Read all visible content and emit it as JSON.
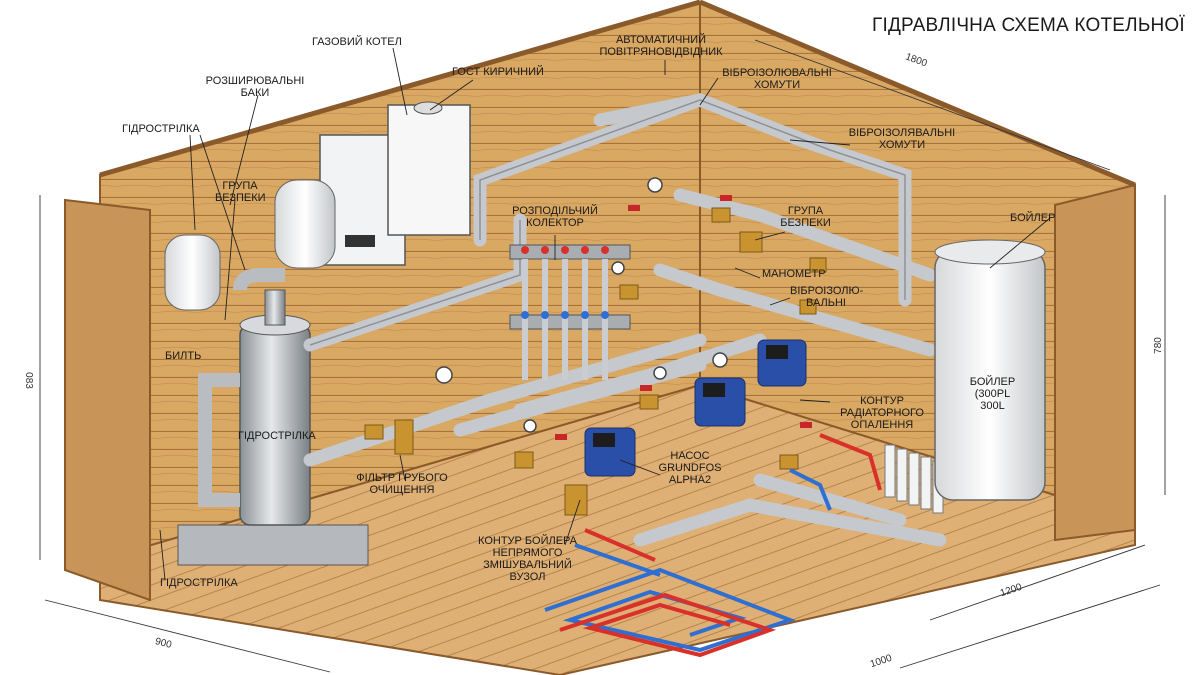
{
  "title": "ГІДРАВЛІЧНА СХЕМА КОТЕЛЬНОЇ",
  "labels": {
    "gas_boiler": "ГАЗОВИЙ КОТЕЛ",
    "air_vent": "АВТОМАТИЧНИЙ ПОВІТРЯНОВІДВІДНИК",
    "gost": "ГОСТ КИРИЧНИЙ",
    "expansion_tanks": "РОЗШИРЮВАЛЬНІ БАКИ",
    "hydro_top": "ГІДРОСТРІЛКА",
    "safety_group_left": "ГРУПА БЕЗПЕКИ",
    "vibro_clamps_1": "ВІБРОІЗОЛЮВАЛЬНІ ХОМУТИ",
    "vibro_clamps_2": "ВІБРОІЗОЛЯВАЛЬНІ ХОМУТИ",
    "collector": "РОЗПОДІЛЬЧИЙ КОЛЕКТОР",
    "safety_group_right": "ГРУПА БЕЗПЕКИ",
    "manometer": "МАНОМЕТР",
    "vibro_small": "ВІБРОІЗОЛЮ-ВАЛЬНІ",
    "boiler_tag": "БОЙЛЕР",
    "boiler_body": "БОЙЛЕР (300PL 300L",
    "bilty": "БИЛТЬ",
    "hydro_center": "ГІДРОСТРІЛКА",
    "filter": "ФІЛЬТР ГРУБОГО ОЧИЩЕННЯ",
    "pump": "НАСОС GRUNDFOS ALPHA2",
    "radiator_circuit": "КОНТУР РАДІАТОРНОГО ОПАЛЕННЯ",
    "boiler_circuit": "КОНТУР БОЙЛЕРА НЕПРЯМОГО ЗМІШУВАЛЬНИЙ ВУЗОЛ",
    "hydro_bottom": "ГІДРОСТРІЛКА"
  },
  "dimensions": {
    "top": "1800",
    "right": "780",
    "left": "083",
    "bottom_left": "900",
    "bottom_right_1": "1200",
    "bottom_right_2": "1000"
  },
  "colors": {
    "wood": "#d9a862",
    "wood_dark": "#b9844a",
    "pipe": "#c9ccd0",
    "hot": "#d9302a",
    "cold": "#2f6fd1",
    "pump": "#2a4fa8"
  }
}
